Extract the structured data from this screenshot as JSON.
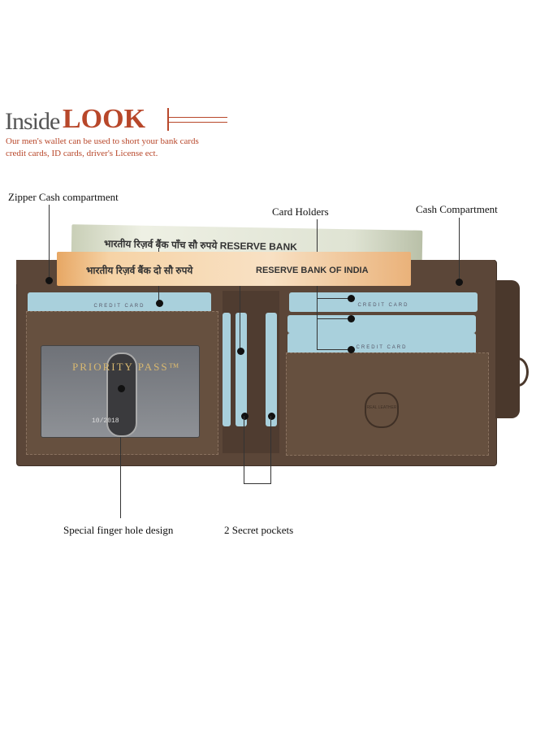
{
  "header": {
    "title_light": "Inside",
    "title_bold": "LOOK",
    "subtitle_line1": "Our  men's wallet can be used to short your bank cards",
    "subtitle_line2": "credit cards, ID cards, driver's License ect."
  },
  "callouts": {
    "zipper": "Zipper Cash compartment",
    "card_holders": "Card Holders",
    "cash": "Cash Compartment",
    "finger_hole": "Special finger hole design",
    "secret_pockets": "2 Secret pockets"
  },
  "wallet": {
    "note_back_text": "भारतीय रिज़र्व बैंक  पाँच सौ रुपये  RESERVE BANK",
    "note_front_hindi": "भारतीय रिज़र्व बैंक  दो सौ रुपये",
    "note_front_english": "RESERVE BANK OF INDIA",
    "card_label": "CREDIT CARD",
    "id_card_text": "PRIORITY PASS™",
    "id_card_date": "10/2018",
    "stamp_text": "REAL LEATHER"
  },
  "colors": {
    "accent": "#b8472a",
    "leather": "#5b4638",
    "card": "#a9d0dc"
  }
}
